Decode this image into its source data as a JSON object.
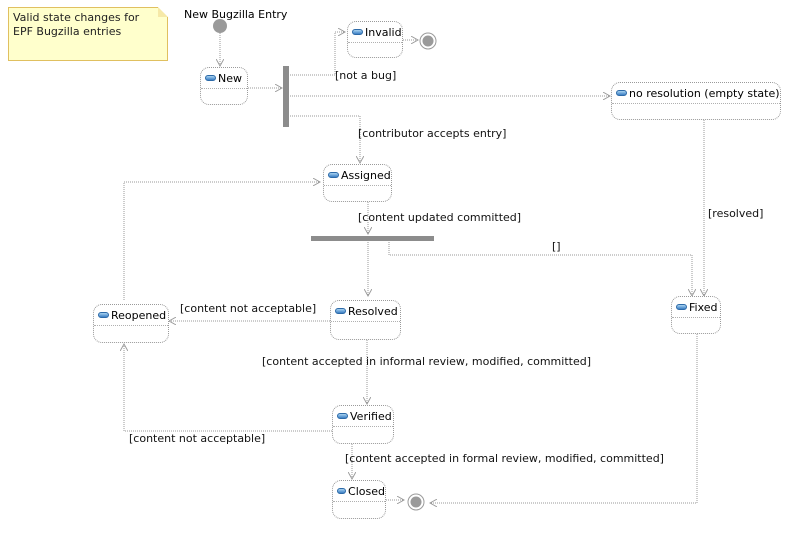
{
  "note": {
    "line1": "Valid state changes for",
    "line2": "EPF Bugzilla entries"
  },
  "start": {
    "label": "New Bugzilla Entry"
  },
  "states": {
    "new": "New",
    "invalid": "Invalid",
    "no_resolution": "no resolution (empty state)",
    "assigned": "Assigned",
    "resolved": "Resolved",
    "reopened": "Reopened",
    "fixed": "Fixed",
    "verified": "Verified",
    "closed": "Closed"
  },
  "guards": {
    "not_a_bug": "[not a bug]",
    "contributor_accepts": "[contributor accepts entry]",
    "content_updated": "[content updated committed]",
    "empty": "[]",
    "resolved": "[resolved]",
    "not_acceptable_1": "[content not acceptable]",
    "informal_review": "[content accepted in informal review, modified, committed]",
    "not_acceptable_2": "[content not acceptable]",
    "formal_review": "[content accepted in formal review, modified, committed]"
  },
  "colors": {
    "note_fill": "#ffffcc",
    "line": "#9a9a9a",
    "bar": "#8c8c8c",
    "node": "#9a9a9a"
  }
}
